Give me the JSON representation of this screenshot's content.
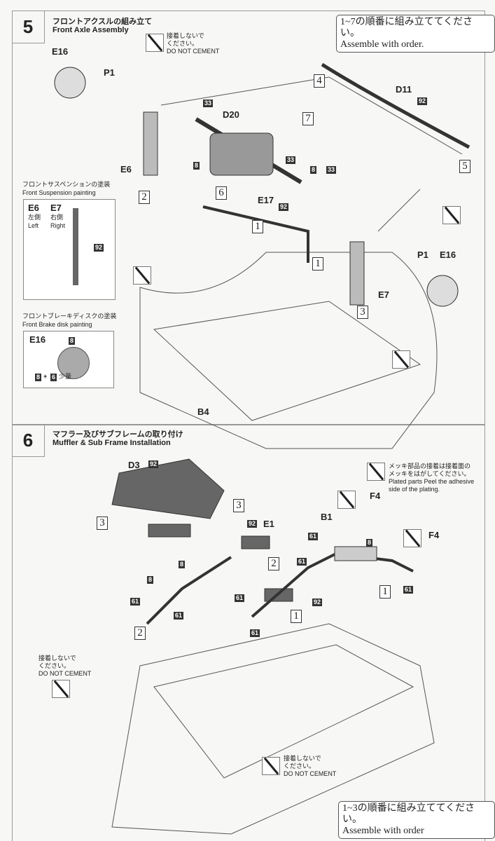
{
  "step5": {
    "number": "5",
    "title_jp": "フロントアクスルの組み立て",
    "title_en": "Front Axle Assembly",
    "order_note_jp": "1~7の順番に組み立ててください。",
    "order_note_en": "Assemble with order.",
    "do_not_cement_jp1": "接着しないで",
    "do_not_cement_jp2": "ください。",
    "do_not_cement_en": "DO NOT CEMENT",
    "suspension_panel": {
      "title_jp": "フロントサスペンションの塗装",
      "title_en": "Front Suspension painting",
      "part_left": "E6",
      "part_right": "E7",
      "left_jp": "左側",
      "right_jp": "右側",
      "left_en": "Left",
      "right_en": "Right",
      "color": "92"
    },
    "brake_panel": {
      "title_jp": "フロントブレーキディスクの塗装",
      "title_en": "Front Brake disk painting",
      "part": "E16",
      "color_top": "8",
      "mix_a": "8",
      "plus": "+",
      "mix_b": "6",
      "mix_note": "少量"
    },
    "parts": [
      "E16",
      "P1",
      "E6",
      "D20",
      "D11",
      "E17",
      "E16",
      "P1",
      "E7",
      "B4"
    ],
    "colors": [
      "33",
      "33",
      "33",
      "8",
      "8",
      "92",
      "92"
    ],
    "order": [
      "4",
      "7",
      "5",
      "2",
      "6",
      "1",
      "1",
      "3"
    ]
  },
  "step6": {
    "number": "6",
    "title_jp": "マフラー及びサブフレームの取り付け",
    "title_en": "Muffler & Sub Frame Installation",
    "plated_jp1": "メッキ部品の接着は接着面の",
    "plated_jp2": "メッキをはがしてください。",
    "plated_en1": "Plated parts Peel the adhesive",
    "plated_en2": "side of the plating.",
    "do_not_cement_jp1": "接着しないで",
    "do_not_cement_jp2": "ください。",
    "do_not_cement_en": "DO NOT CEMENT",
    "parts": [
      "D3",
      "E1",
      "B1",
      "F4",
      "F4"
    ],
    "colors": [
      "92",
      "92",
      "61",
      "8",
      "61",
      "61",
      "8",
      "8",
      "61",
      "61",
      "61",
      "61",
      "92"
    ],
    "order": [
      "3",
      "3",
      "2",
      "2",
      "1",
      "1"
    ],
    "order_note_jp": "1~3の順番に組み立ててください。",
    "order_note_en": "Assemble with order"
  }
}
